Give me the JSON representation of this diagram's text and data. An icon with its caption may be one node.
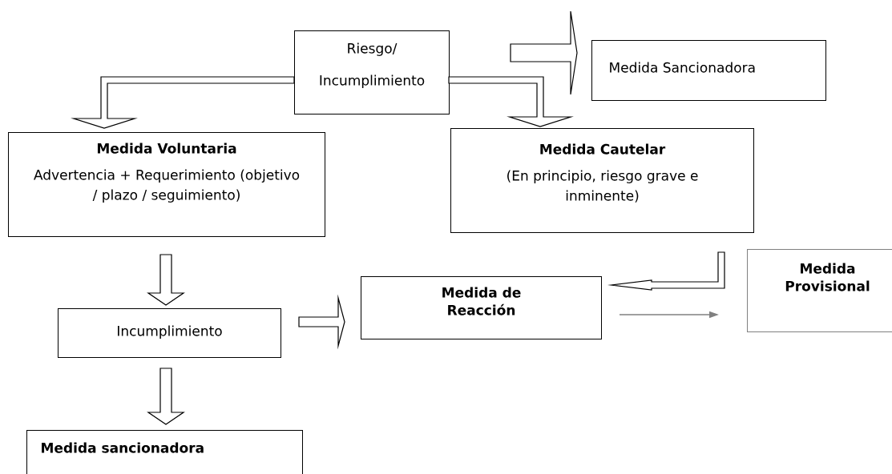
{
  "diagram": {
    "nodes": [
      {
        "text": [
          "Riesgo/ Incumplimiento"
        ]
      },
      {
        "text": [
          "Medida Sancionadora"
        ]
      },
      {
        "text": [
          "Medida Voluntaria",
          "Advertencia + Requerimiento (objetivo / plazo / seguimiento)"
        ]
      },
      {
        "text": [
          "Medida Cautelar",
          "(En principio, riesgo grave e inminente)"
        ]
      },
      {
        "text": [
          "Incumplimiento"
        ]
      },
      {
        "text": [
          "Medida de Reacción"
        ]
      },
      {
        "text": [
          "Medida Provisional"
        ]
      },
      {
        "text": [
          "Medida sancionadora"
        ]
      }
    ],
    "edges": [
      {
        "from": 0,
        "to": 1,
        "arrow": "to"
      },
      {
        "from": 0,
        "to": 2,
        "arrow": "to"
      },
      {
        "from": 0,
        "to": 3,
        "arrow": "to"
      },
      {
        "from": 2,
        "to": 4,
        "arrow": "to"
      },
      {
        "from": 3,
        "to": 5,
        "arrow": "to"
      },
      {
        "from": 4,
        "to": 5,
        "arrow": "to"
      },
      {
        "from": 5,
        "to": 6,
        "arrow": "to",
        "color": "#808080"
      },
      {
        "from": 4,
        "to": 7,
        "arrow": "to"
      }
    ]
  }
}
